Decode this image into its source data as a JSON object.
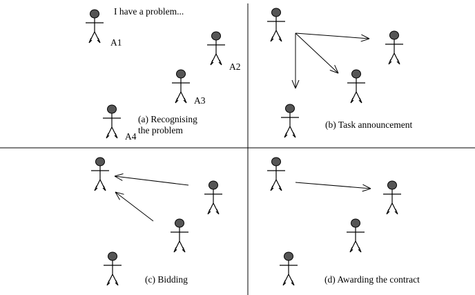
{
  "panels": {
    "a": {
      "caption_line1": "(a) Recognising",
      "caption_line2": "the problem",
      "speech": "I have a problem...",
      "agents": [
        {
          "label": "A1"
        },
        {
          "label": "A2"
        },
        {
          "label": "A3"
        },
        {
          "label": "A4"
        }
      ]
    },
    "b": {
      "caption": "(b) Task announcement"
    },
    "c": {
      "caption": "(c) Bidding"
    },
    "d": {
      "caption": "(d) Awarding the contract"
    }
  },
  "colors": {
    "agent_head": "#555555",
    "line": "#000000",
    "background": "#ffffff"
  }
}
